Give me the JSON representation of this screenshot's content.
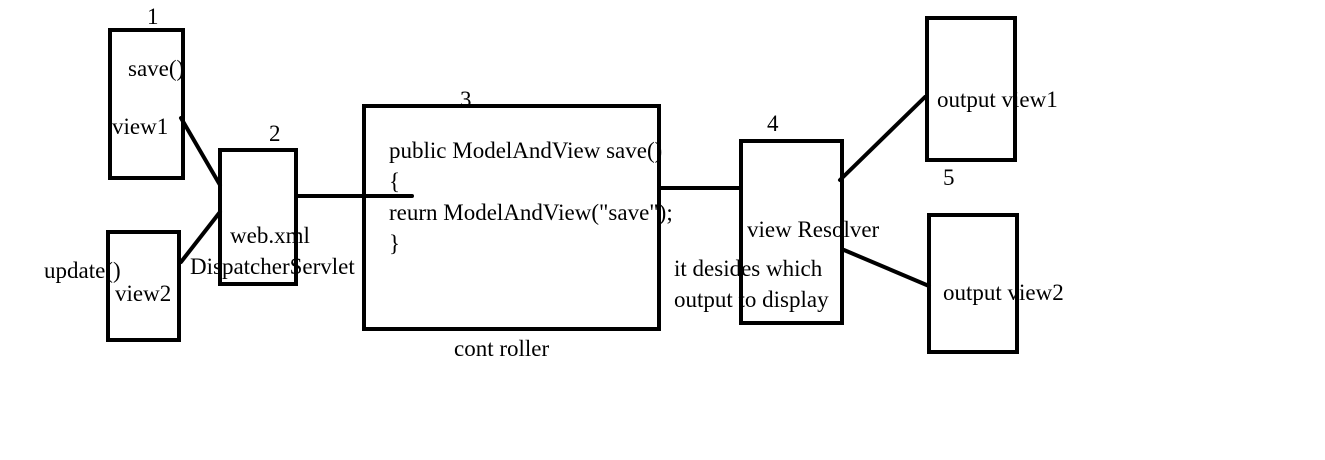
{
  "numbers": {
    "n1": "1",
    "n2": "2",
    "n3": "3",
    "n4": "4",
    "n5": "5"
  },
  "view1_box": {
    "method": "save()",
    "label": "view1"
  },
  "view2_box": {
    "method": "update()",
    "label": "view2"
  },
  "dispatcher": {
    "line1": "web.xml",
    "line2": "DispatcherServlet"
  },
  "controller": {
    "code_line1": "public ModelAndView save()",
    "code_line2": "{",
    "code_line3": "reurn ModelAndView(\"save\");",
    "code_line4": "}",
    "caption": "cont roller"
  },
  "resolver": {
    "label": "view Resolver",
    "note_line1": "it desides which",
    "note_line2": "output to display"
  },
  "outputs": {
    "out1": "output view1",
    "out2": "output view2"
  }
}
